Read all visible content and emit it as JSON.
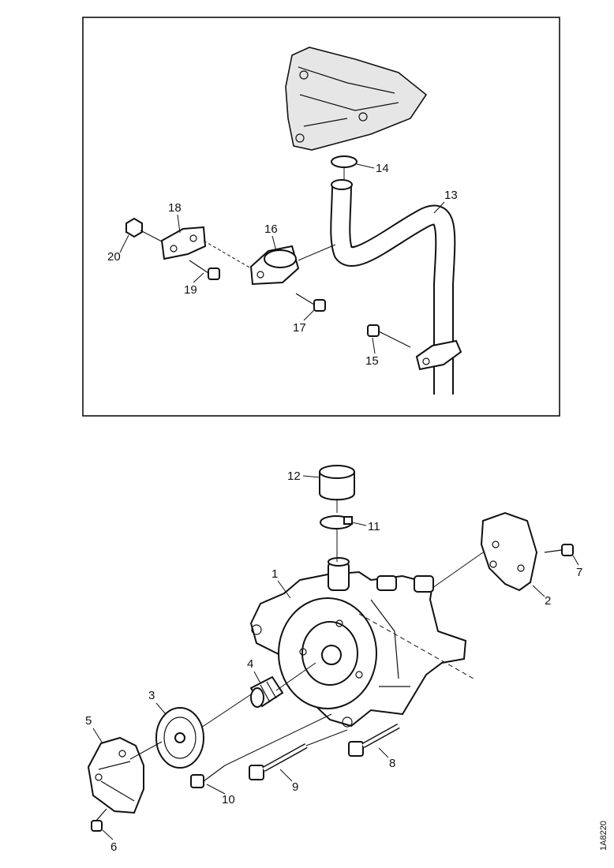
{
  "callouts": {
    "c1": "1",
    "c2": "2",
    "c3": "3",
    "c4": "4",
    "c5": "5",
    "c6": "6",
    "c7": "7",
    "c8": "8",
    "c9": "9",
    "c10": "10",
    "c11": "11",
    "c12": "12",
    "c13": "13",
    "c14": "14",
    "c15": "15",
    "c16": "16",
    "c17": "17",
    "c18": "18",
    "c19": "19",
    "c20": "20"
  },
  "reference_code": "1A8220"
}
